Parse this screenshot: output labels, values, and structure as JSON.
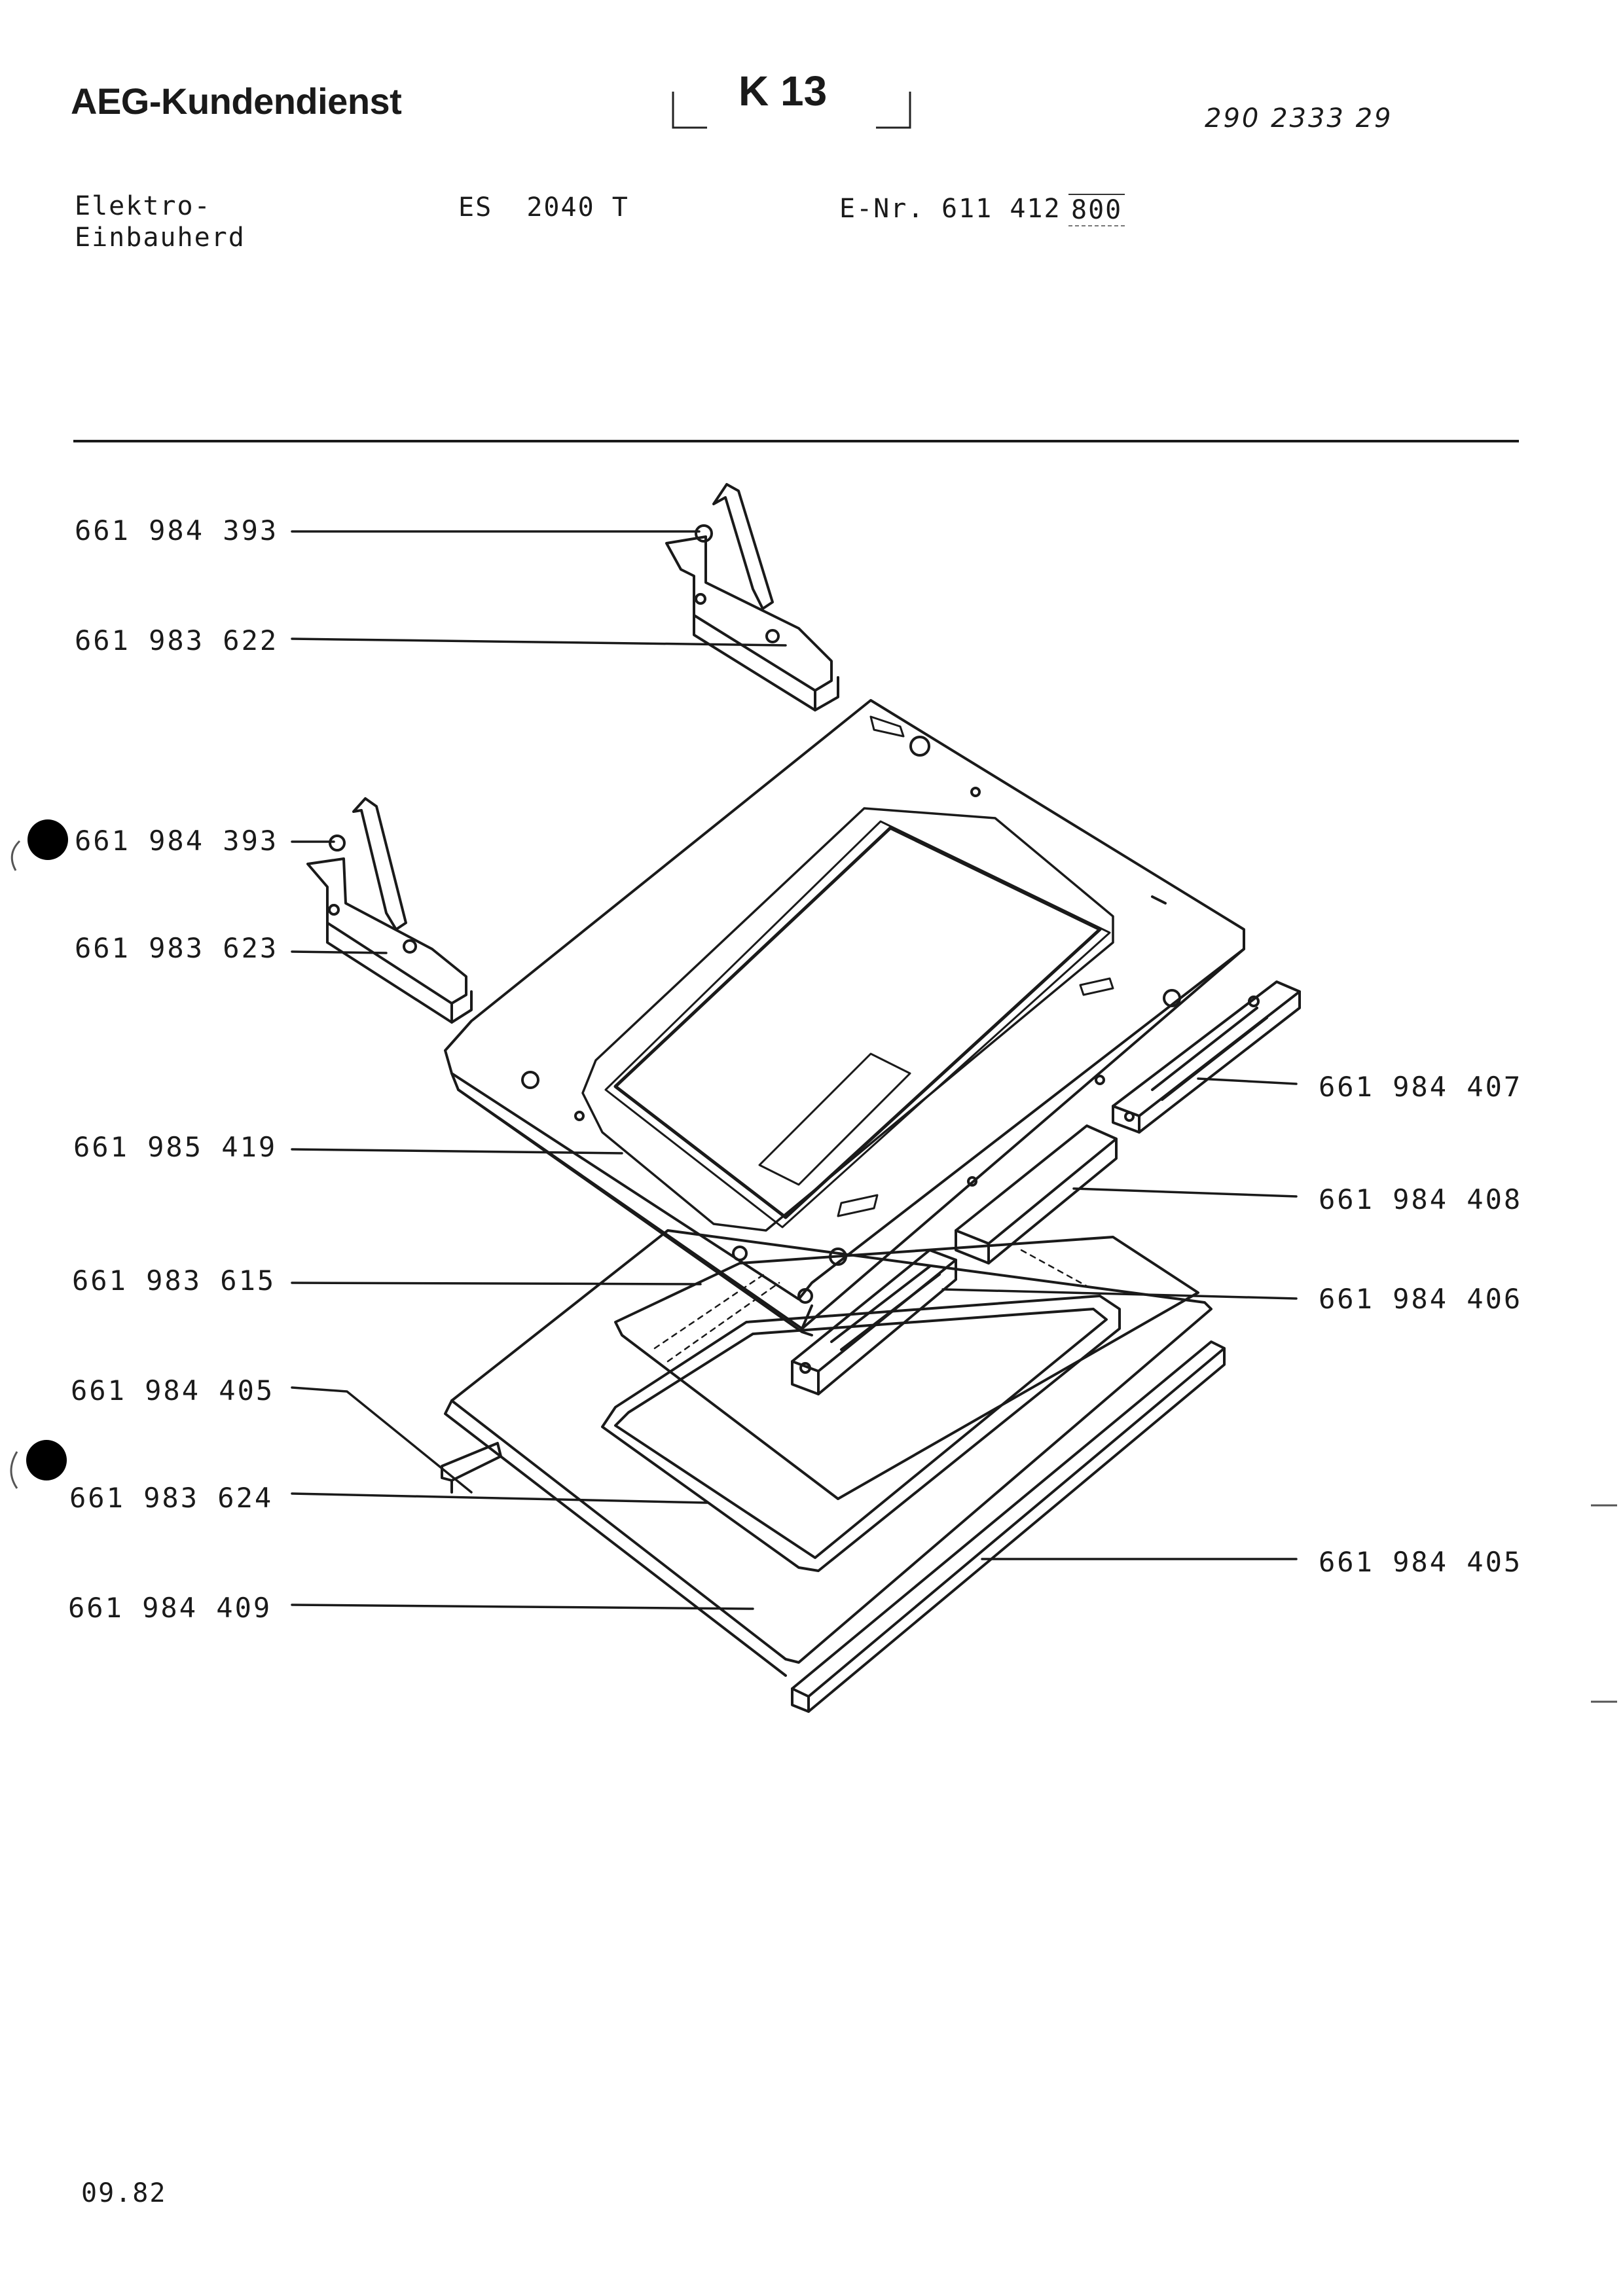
{
  "header": {
    "brand": "AEG-Kundendienst",
    "sheet": "K 13",
    "document_number": "290 2333 29"
  },
  "product": {
    "type_line1": "Elektro-",
    "type_line2": "Einbauherd",
    "model": "ES  2040 T",
    "enr_label": "E-Nr.",
    "enr_value": "611 412",
    "enr_suffix": "800"
  },
  "parts_left": [
    "661 984 393",
    "661 983 622",
    "661 984 393",
    "661 983 623",
    "661 985 419",
    "661 983 615",
    "661 984 405",
    "661 983 624",
    "661 984 409"
  ],
  "parts_right": [
    "661 984 407",
    "661 984 408",
    "661 984 406",
    "661 984 405"
  ],
  "footer": {
    "date": "09.82"
  }
}
